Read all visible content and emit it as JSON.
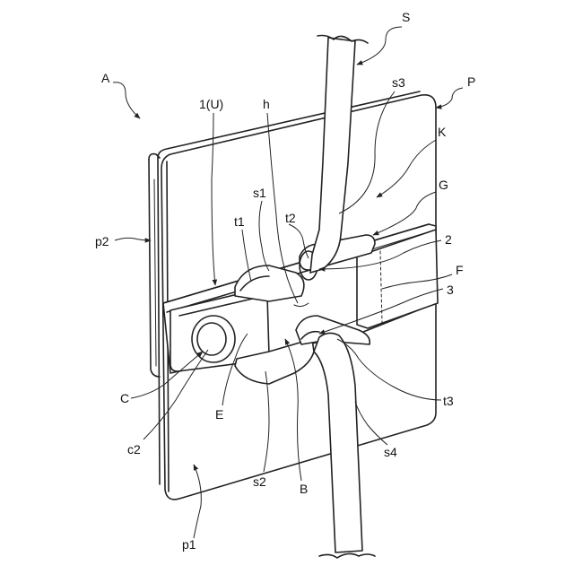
{
  "labels": {
    "A": "A",
    "S": "S",
    "P": "P",
    "U": "1(U)",
    "h": "h",
    "s3": "s3",
    "K": "K",
    "G": "G",
    "s1": "s1",
    "t1": "t1",
    "t2": "t2",
    "p2": "p2",
    "n2": "2",
    "F": "F",
    "n3": "3",
    "C": "C",
    "E": "E",
    "t3": "t3",
    "c2": "c2",
    "s4": "s4",
    "s2": "s2",
    "B": "B",
    "p1": "p1"
  }
}
